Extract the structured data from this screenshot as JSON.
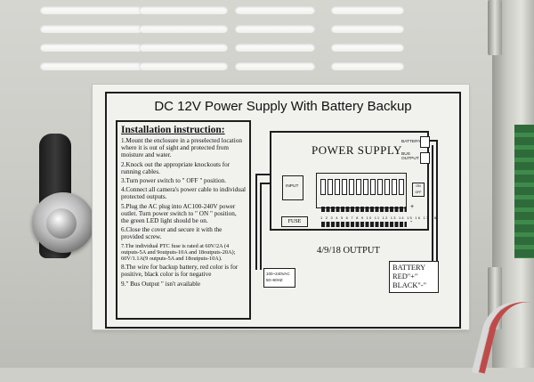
{
  "label": {
    "title": "DC 12V Power Supply With Battery Backup",
    "instructions": {
      "heading": "Installation instruction:",
      "steps": [
        "1.Mount the enclosure in a preselected location where it is out of sight and protected from moisture and water.",
        "2.Knock out the appropriate knockouts for running cables.",
        "3.Turn power switch to \" OFF \" position.",
        "4.Connect all camera's power cable to individual protected outputs.",
        "5.Plug the AC plug into AC100-240V power outlet. Turn power switch to \" ON \" position, the green LED light should be on.",
        "6.Close the cover and secure it with the provided screw.",
        "7.The individual PTC fuse is rated at 60V/2A (4 outputs-5A and 9outputs-10A and 18outputs-20A); 60V/1.1A(9 outputs-5A and 18outputs-10A).",
        "8.The wire for backup battery, red color is for positive, black color is for negative",
        "9.\" Bus Output \" isn't available"
      ]
    },
    "diagram": {
      "power_supply": "POWER SUPPLY",
      "battery_label": "BATTERY",
      "bus_output_label": "BUS OUTPUT",
      "input_label": "INPUT",
      "fuse_label": "FUSE",
      "switch_on": "ON",
      "switch_off": "OFF",
      "output_text": "4/9/18 OUTPUT",
      "ac_input": "100~240VAC",
      "frequency": "50~60HZ",
      "battery_title": "BATTERY",
      "battery_red": "RED\"+\"",
      "battery_black": "BLACK\"-\"",
      "output_numbers": "1 2 3 4 5 6 7 8 9 10 11 12 13 14 15 16 17 18",
      "plus": "+",
      "minus": "-"
    }
  }
}
